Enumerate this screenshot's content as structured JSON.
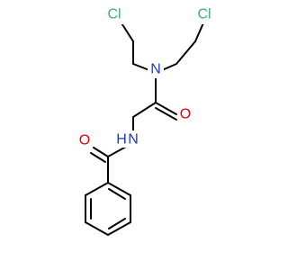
{
  "structure": {
    "atoms": [
      {
        "id": "cl1",
        "label": "Cl",
        "color": "#3cb371"
      },
      {
        "id": "cl2",
        "label": "Cl",
        "color": "#3cb371"
      },
      {
        "id": "n_amine",
        "label": "N",
        "color": "#1f35d8"
      },
      {
        "id": "o_amide1",
        "label": "O",
        "color": "#e8000b"
      },
      {
        "id": "n_amide",
        "label": "N",
        "color": "#1f35d8"
      },
      {
        "id": "h_amide",
        "label": "H",
        "color": "#1f35d8"
      },
      {
        "id": "o_amide2",
        "label": "O",
        "color": "#e8000b"
      }
    ],
    "bond_color": "#000000"
  }
}
